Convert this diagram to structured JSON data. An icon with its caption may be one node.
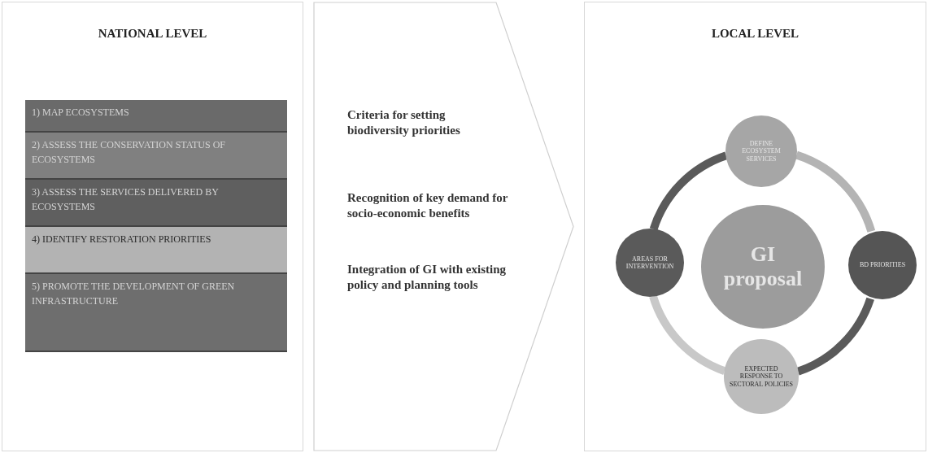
{
  "diagram": {
    "nodes": [
      {
        "text": [
          "NATIONAL LEVEL"
        ]
      },
      {
        "text": [
          "1) MAP ECOSYSTEMS"
        ],
        "in": 0
      },
      {
        "text": [
          "2) ASSESS THE CONSERVATION STATUS OF ECOSYSTEMS"
        ],
        "in": 0
      },
      {
        "text": [
          "3) ASSESS THE SERVICES DELIVERED BY ECOSYSTEMS"
        ],
        "in": 0
      },
      {
        "text": [
          "4) IDENTIFY RESTORATION PRIORITIES"
        ],
        "in": 0
      },
      {
        "text": [
          "5) PROMOTE THE DEVELOPMENT OF GREEN INFRASTRUCTURE"
        ],
        "in": 0
      },
      {
        "text": [
          "Criteria for setting biodiversity priorities",
          "Recognition of key demand for socio-economic benefits",
          "Integration of GI with existing policy and planning tools"
        ]
      },
      {
        "text": [
          "LOCAL LEVEL"
        ]
      },
      {
        "text": [
          "DEFINE ECOSYSTEM SERVICES"
        ],
        "in": 7
      },
      {
        "text": [
          "AREAS FOR INTERVENTION"
        ],
        "in": 7
      },
      {
        "text": [
          "GI proposal"
        ],
        "in": 7
      },
      {
        "text": [
          "BD PRIORITIES"
        ],
        "in": 7
      },
      {
        "text": [
          "EXPECTED RESPONSE TO SECTORAL POLICIES"
        ],
        "in": 7
      }
    ],
    "edges": [
      {
        "from": 8,
        "to": 11,
        "arrow": "none",
        "color": "#b4b4b4"
      },
      {
        "from": 11,
        "to": 12,
        "arrow": "none"
      },
      {
        "from": 12,
        "to": 9,
        "arrow": "none",
        "color": "#c8c8c8"
      },
      {
        "from": 9,
        "to": 8,
        "arrow": "none"
      }
    ]
  }
}
